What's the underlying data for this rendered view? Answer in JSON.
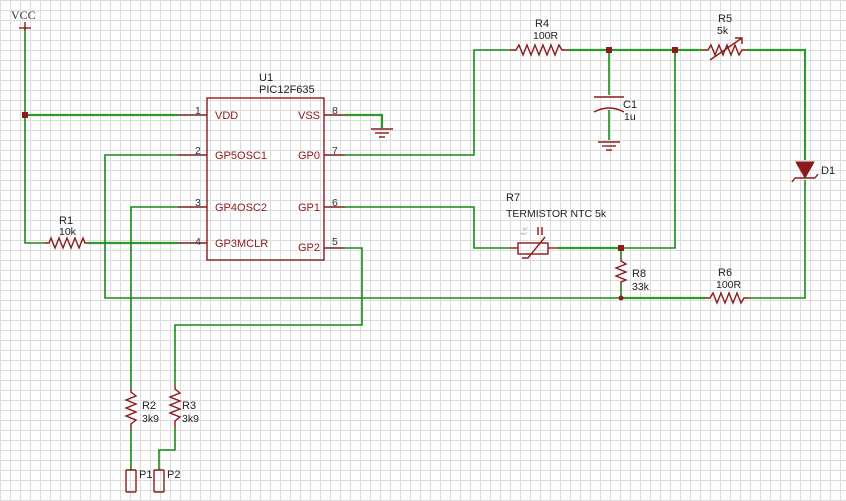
{
  "vcc": {
    "label": "VCC"
  },
  "ic": {
    "ref": "U1",
    "part": "PIC12F635",
    "pins": [
      {
        "num": "1",
        "name": "VDD"
      },
      {
        "num": "2",
        "name": "GP5OSC1"
      },
      {
        "num": "3",
        "name": "GP4OSC2"
      },
      {
        "num": "4",
        "name": "GP3MCLR"
      },
      {
        "num": "8",
        "name": "VSS"
      },
      {
        "num": "7",
        "name": "GP0"
      },
      {
        "num": "6",
        "name": "GP1"
      },
      {
        "num": "5",
        "name": "GP2"
      }
    ]
  },
  "components": {
    "r1": {
      "ref": "R1",
      "value": "10k"
    },
    "r2": {
      "ref": "R2",
      "value": "3k9"
    },
    "r3": {
      "ref": "R3",
      "value": "3k9"
    },
    "r4": {
      "ref": "R4",
      "value": "100R"
    },
    "r5": {
      "ref": "R5",
      "value": "5k"
    },
    "r6": {
      "ref": "R6",
      "value": "100R"
    },
    "r7": {
      "ref": "R7",
      "value": "TERMISTOR NTC 5k",
      "tiny1": "-tc°",
      "tiny2": "+tc°"
    },
    "r8": {
      "ref": "R8",
      "value": "33k"
    },
    "c1": {
      "ref": "C1",
      "value": "1u"
    },
    "d1": {
      "ref": "D1"
    },
    "p1": {
      "ref": "P1"
    },
    "p2": {
      "ref": "P2"
    }
  }
}
